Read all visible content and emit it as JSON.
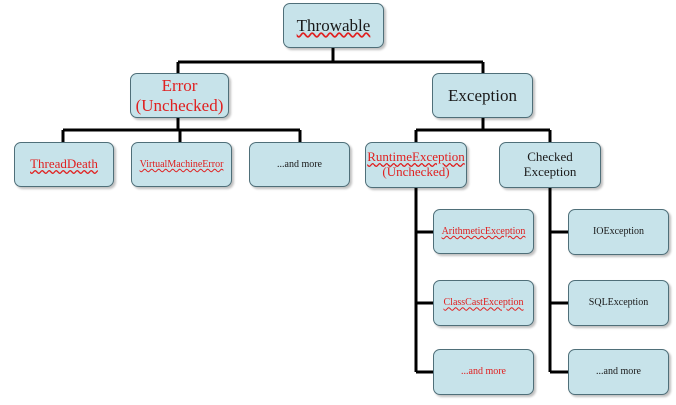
{
  "nodes": {
    "throwable": {
      "label": "Throwable"
    },
    "error": {
      "line1": "Error",
      "line2": "(Unchecked)"
    },
    "exception": {
      "label": "Exception"
    },
    "thread_death": {
      "label": "ThreadDeath"
    },
    "virtual_machine_error": {
      "label": "VirtualMachineError"
    },
    "error_and_more": {
      "label": "...and more"
    },
    "runtime_exception": {
      "line1": "RuntimeException",
      "line2": "(Unchecked)"
    },
    "checked_exception": {
      "line1": "Checked",
      "line2": "Exception"
    },
    "arithmetic_exception": {
      "label": "ArithmeticException"
    },
    "class_cast_exception": {
      "label": "ClassCastException"
    },
    "runtime_and_more": {
      "label": "...and more"
    },
    "io_exception": {
      "label": "IOException"
    },
    "sql_exception": {
      "label": "SQLException"
    },
    "checked_and_more": {
      "label": "...and more"
    }
  },
  "colors": {
    "box_fill": "#c7e3ea",
    "box_border": "#4f6f79",
    "connector": "#000000",
    "unchecked_text": "#e02020",
    "checked_text": "#1a1a1a"
  }
}
